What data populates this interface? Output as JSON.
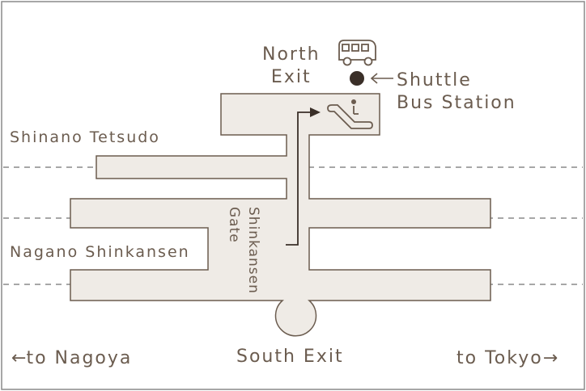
{
  "map": {
    "colors": {
      "ink": "#6b5c4f",
      "fill": "#efebe6",
      "track": "#8a8a8a",
      "marker": "#3a2f28"
    },
    "labels": {
      "north_exit_line1": "North",
      "north_exit_line2": "Exit",
      "shuttle_line1": "Shuttle",
      "shuttle_line2": "Bus Station",
      "shinano_tetsudo": "Shinano Tetsudo",
      "nagano_shinkansen": "Nagano Shinkansen",
      "shinkansen_gate_line1": "Shinkansen",
      "shinkansen_gate_line2": "Gate",
      "south_exit": "South Exit",
      "to_nagoya": "to Nagoya",
      "to_tokyo": "to Tokyo"
    },
    "icons": {
      "bus": "bus-icon",
      "escalator": "escalator-icon",
      "shuttle_marker": "filled-circle-marker",
      "left_arrow": "←",
      "right_arrow": "→"
    }
  }
}
